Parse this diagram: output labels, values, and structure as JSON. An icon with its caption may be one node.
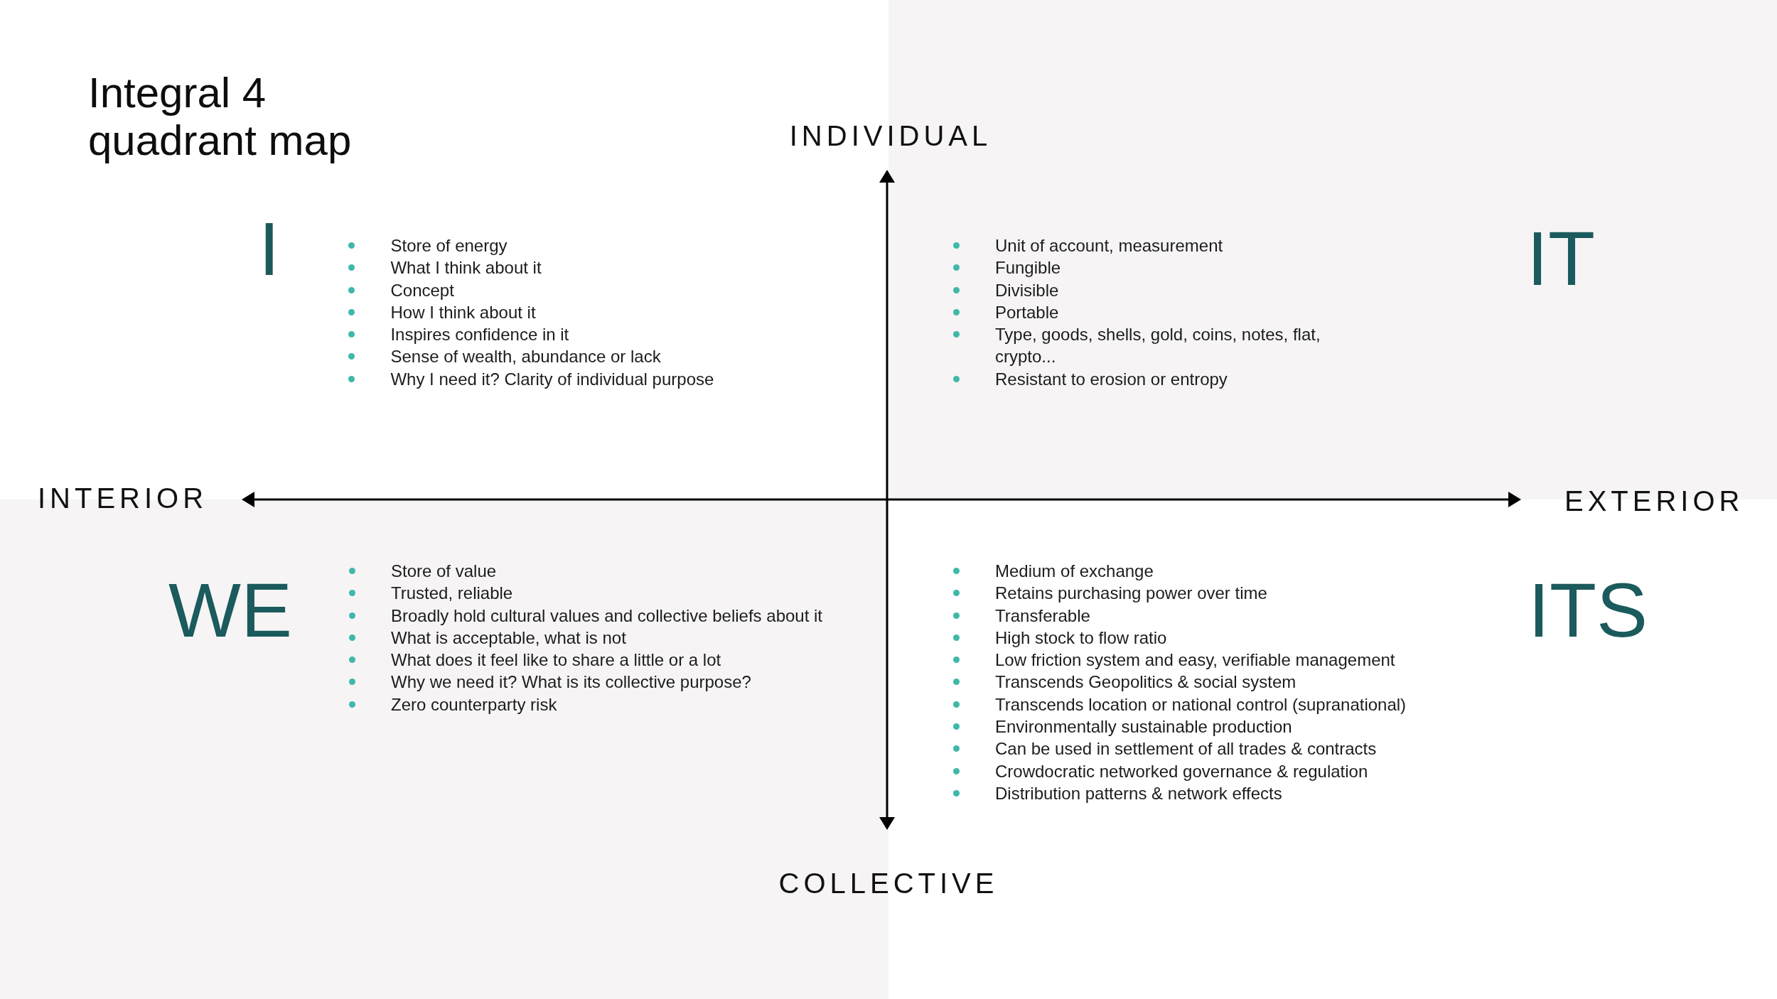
{
  "diagram": {
    "title": "Integral 4 quadrant map",
    "nodes": [
      {
        "text": [
          "I",
          "Store of energy",
          "What I think about it",
          "Concept",
          "How I think about it",
          "Inspires confidence in it",
          "Sense of wealth, abundance or lack",
          "Why I need it? Clarity of individual purpose"
        ]
      },
      {
        "text": [
          "IT",
          "Unit of account, measurement",
          "Fungible",
          "Divisible",
          "Portable",
          "Type, goods, shells, gold, coins, notes, flat, crypto...",
          "Resistant to erosion or entropy"
        ]
      },
      {
        "text": [
          "WE",
          "Store of value",
          "Trusted, reliable",
          "Broadly hold cultural values and collective beliefs about it",
          "What is acceptable, what is not",
          "What does it feel like to share a little or a lot",
          "Why we need it? What is its collective purpose?",
          "Zero counterparty risk"
        ]
      },
      {
        "text": [
          "ITS",
          "Medium of exchange",
          "Retains purchasing power over time",
          "Transferable",
          "High stock to flow ratio",
          "Low friction system and easy, verifiable management",
          "Transcends Geopolitics & social system",
          "Transcends location or national control (supranational)",
          "Environmentally sustainable production",
          "Can be used in settlement of all trades & contracts",
          "Crowdocratic networked governance & regulation",
          "Distribution patterns & network effects"
        ]
      }
    ],
    "labels": [
      "INDIVIDUAL",
      "INTERIOR",
      "EXTERIOR",
      "COLLECTIVE"
    ]
  }
}
